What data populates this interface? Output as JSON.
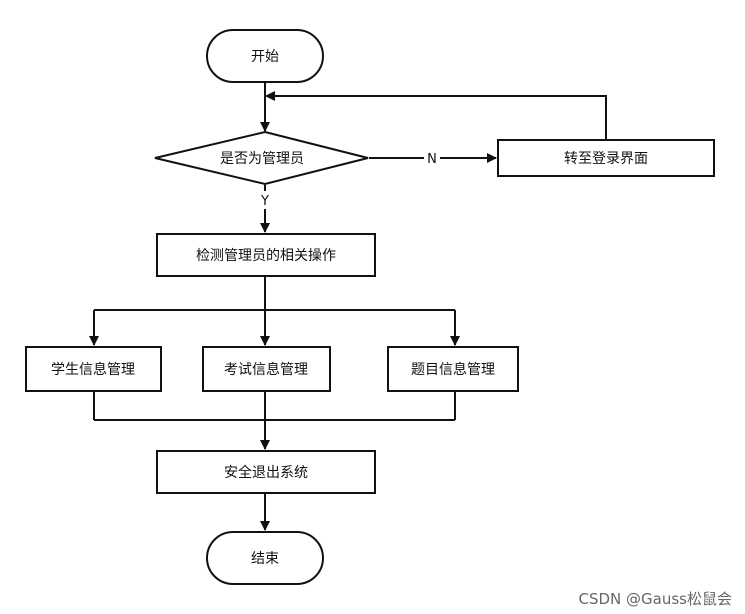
{
  "nodes": {
    "start": "开始",
    "decision": "是否为管理员",
    "redirect": "转至登录界面",
    "detect": "检测管理员的相关操作",
    "student": "学生信息管理",
    "exam": "考试信息管理",
    "question": "题目信息管理",
    "exit": "安全退出系统",
    "end": "结束"
  },
  "edge_labels": {
    "no": "N",
    "yes": "Y"
  },
  "watermark": "CSDN @Gauss松鼠会"
}
